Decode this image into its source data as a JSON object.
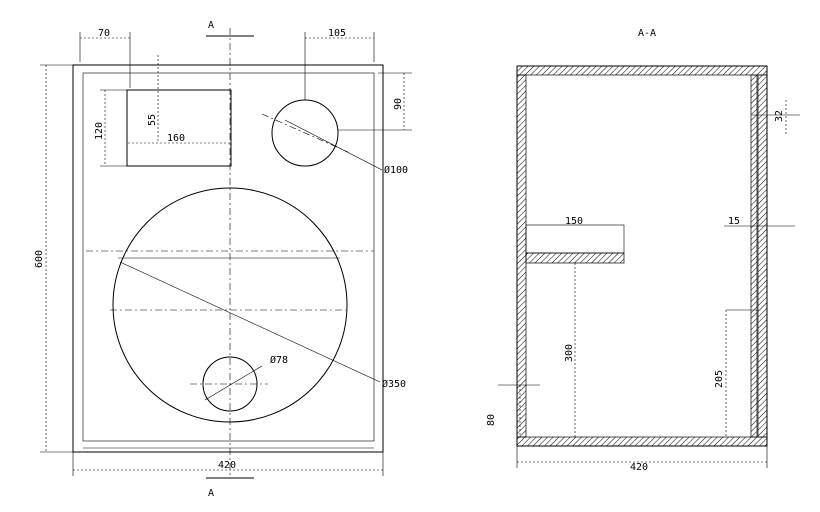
{
  "front_view": {
    "section_marker_top": "A",
    "section_marker_bottom": "A",
    "dim_left_offset": "70",
    "dim_right_offset": "105",
    "dim_right_top": "90",
    "dim_small_vertical": "55",
    "dim_port_height": "120",
    "dim_port_width": "160",
    "dim_height": "600",
    "dim_width": "420",
    "tweeter_diameter": "Ø100",
    "woofer_diameter": "Ø350",
    "port_diameter": "Ø78"
  },
  "section_view": {
    "title": "A-A",
    "dim_shelf": "150",
    "dim_panel": "15",
    "dim_top_gap": "32",
    "dim_shelf_height": "300",
    "dim_right_height": "205",
    "dim_bottom": "80",
    "dim_width": "420"
  }
}
